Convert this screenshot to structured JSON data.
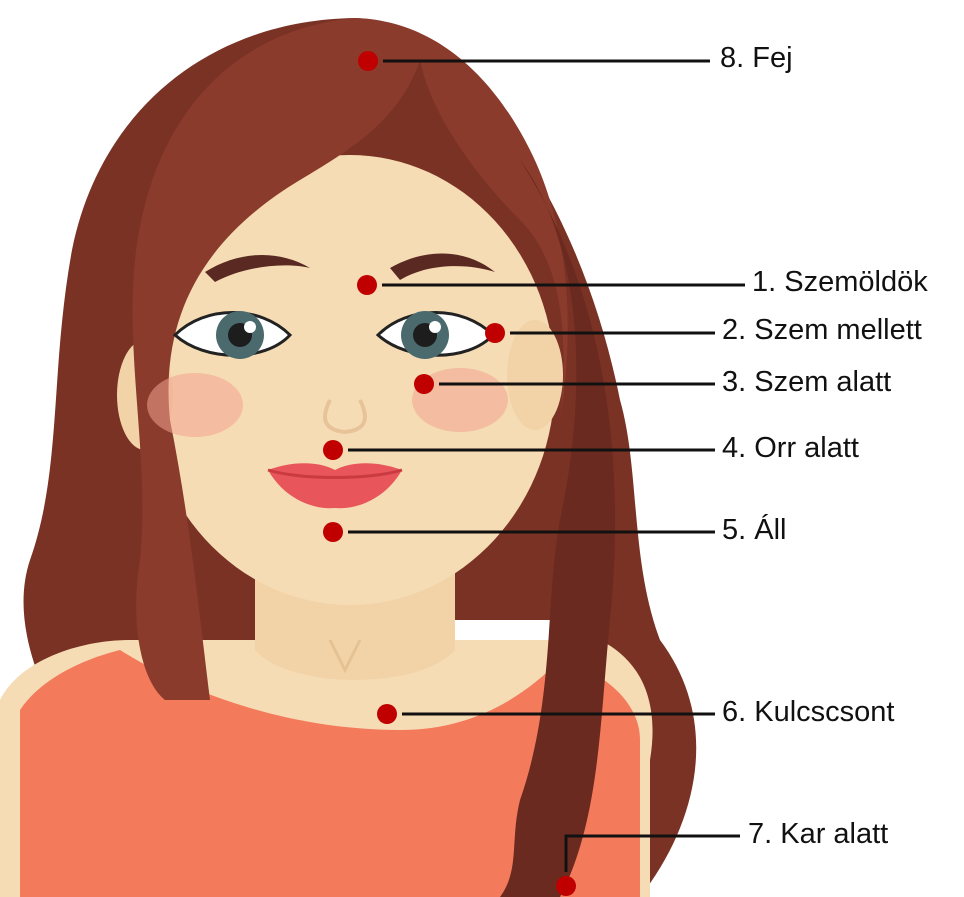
{
  "points": [
    {
      "id": "fej",
      "label": "8. Fej"
    },
    {
      "id": "szemoldok",
      "label": "1. Szemöldök"
    },
    {
      "id": "szem-mellett",
      "label": "2. Szem mellett"
    },
    {
      "id": "szem-alatt",
      "label": "3. Szem alatt"
    },
    {
      "id": "orr-alatt",
      "label": "4. Orr alatt"
    },
    {
      "id": "all",
      "label": "5. Áll"
    },
    {
      "id": "kulcscsont",
      "label": "6. Kulcscsont"
    },
    {
      "id": "kar-alatt",
      "label": "7. Kar alatt"
    }
  ],
  "colors": {
    "point": "#c00000",
    "leader_line": "#111111",
    "hair": "#7a3225",
    "skin": "#f6dcb4",
    "top": "#f47a5c",
    "eyebrow": "#5a2a22",
    "lips": "#e8555a",
    "iris": "#4b6a6d"
  }
}
